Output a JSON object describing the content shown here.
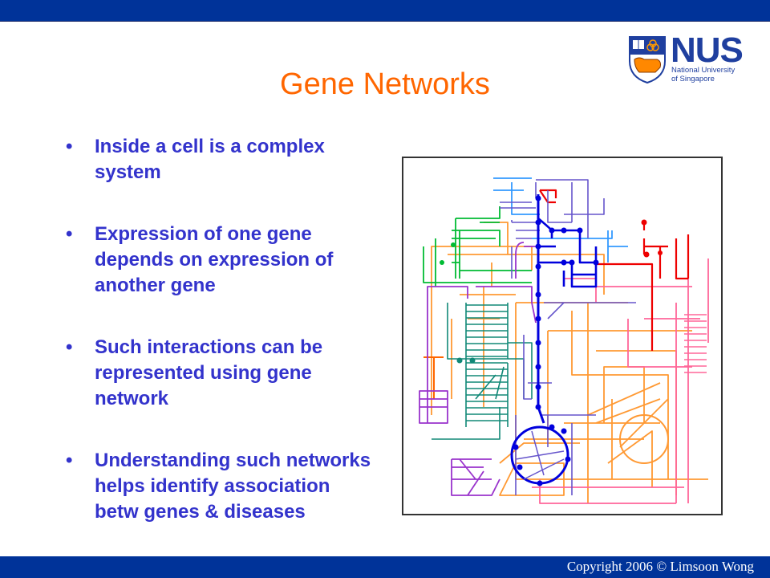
{
  "slide": {
    "title": "Gene Networks",
    "bullets": [
      "Inside a cell is a complex system",
      "Expression of one gene depends on expression of another gene",
      "Such interactions can be represented using gene network",
      "Understanding such networks helps identify association betw genes & diseases"
    ],
    "bullet_glyph": "•"
  },
  "logo": {
    "name": "NUS",
    "subtitle_line1": "National University",
    "subtitle_line2": "of Singapore"
  },
  "footer": {
    "copyright": "Copyright 2006 © Limsoon Wong"
  },
  "figure": {
    "description": "Gene network metabolic pathway map",
    "colors": {
      "blue": "#0000dd",
      "violet": "#6655cc",
      "lightblue": "#3399ff",
      "red": "#ee0000",
      "green": "#00bb33",
      "teal": "#118877",
      "purple": "#9933cc",
      "orange": "#ff9933",
      "pink": "#ff6699"
    }
  },
  "theme": {
    "bar_color": "#003399",
    "title_color": "#ff6600",
    "text_color": "#3333cc"
  }
}
